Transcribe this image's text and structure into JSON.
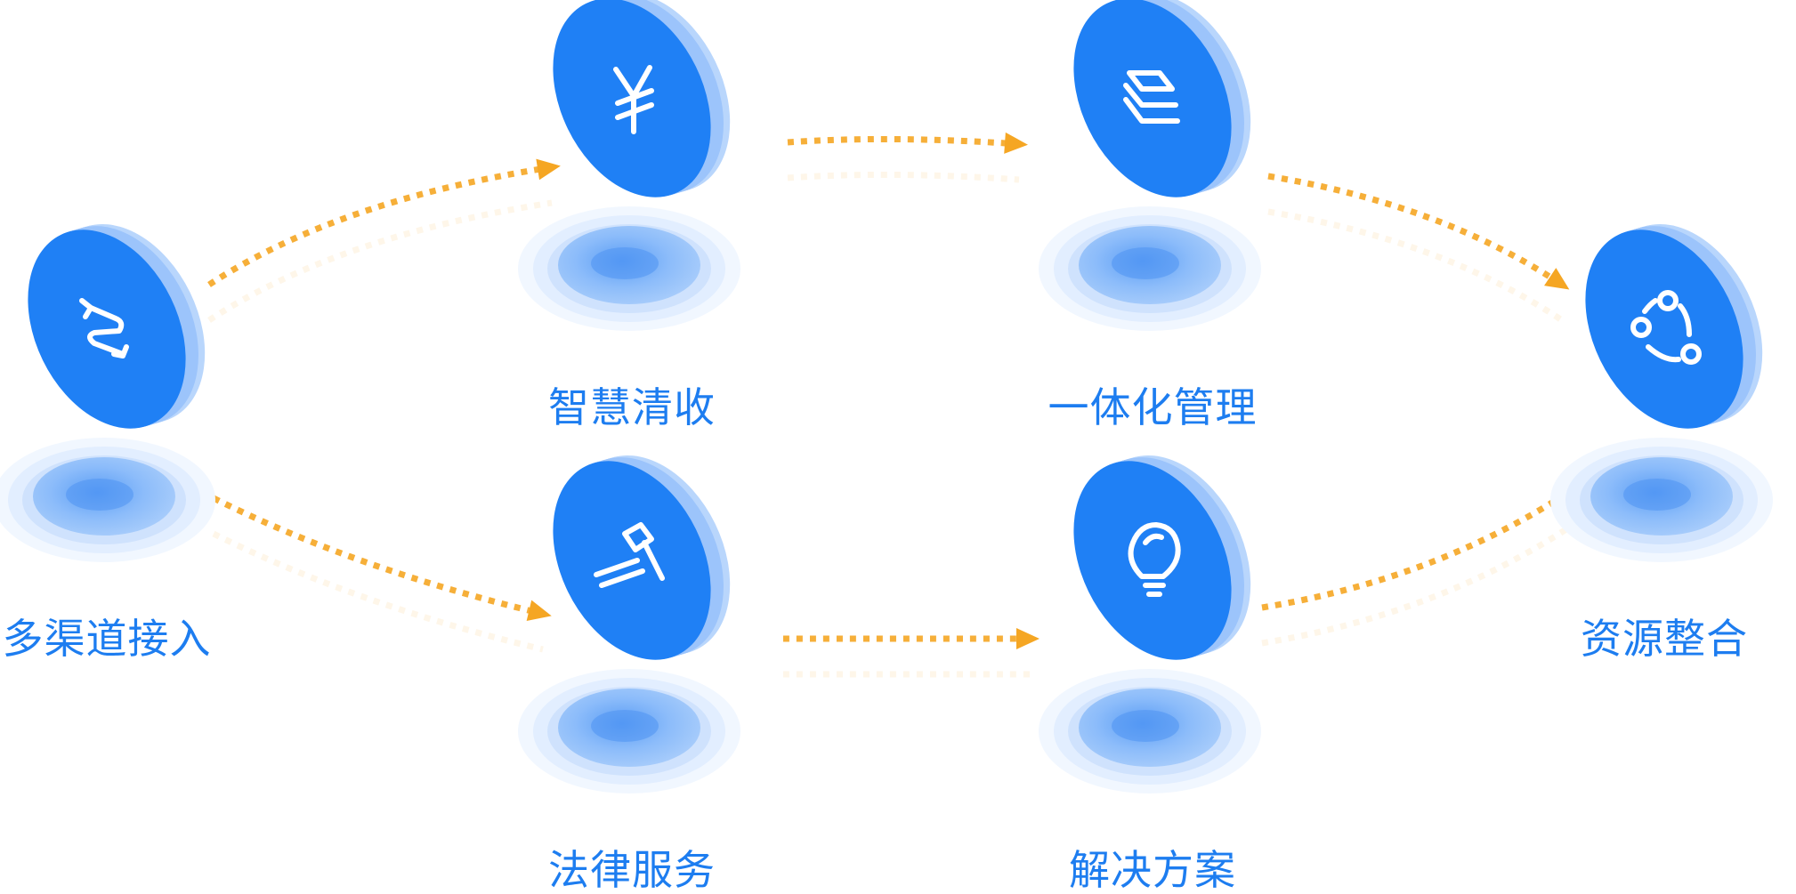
{
  "colors": {
    "coin_face": "#1f80f5",
    "coin_edge": "#9cc4fb",
    "label": "#1d7df0",
    "arrow": "#f5a623",
    "halo": "#c9dffc"
  },
  "nodes": [
    {
      "id": "multi-channel-access",
      "label": "多渠道接入",
      "icon": "exchange-arrows-icon"
    },
    {
      "id": "smart-collection",
      "label": "智慧清收",
      "icon": "yen-icon"
    },
    {
      "id": "legal-service",
      "label": "法律服务",
      "icon": "gavel-icon"
    },
    {
      "id": "integrated-management",
      "label": "一体化管理",
      "icon": "stacked-layers-icon"
    },
    {
      "id": "solution",
      "label": "解决方案",
      "icon": "lightbulb-icon"
    },
    {
      "id": "resource-integration",
      "label": "资源整合",
      "icon": "network-circles-icon"
    }
  ],
  "edges": [
    {
      "from": "multi-channel-access",
      "to": "smart-collection"
    },
    {
      "from": "multi-channel-access",
      "to": "legal-service"
    },
    {
      "from": "smart-collection",
      "to": "integrated-management"
    },
    {
      "from": "legal-service",
      "to": "solution"
    },
    {
      "from": "integrated-management",
      "to": "resource-integration"
    },
    {
      "from": "solution",
      "to": "resource-integration"
    }
  ]
}
